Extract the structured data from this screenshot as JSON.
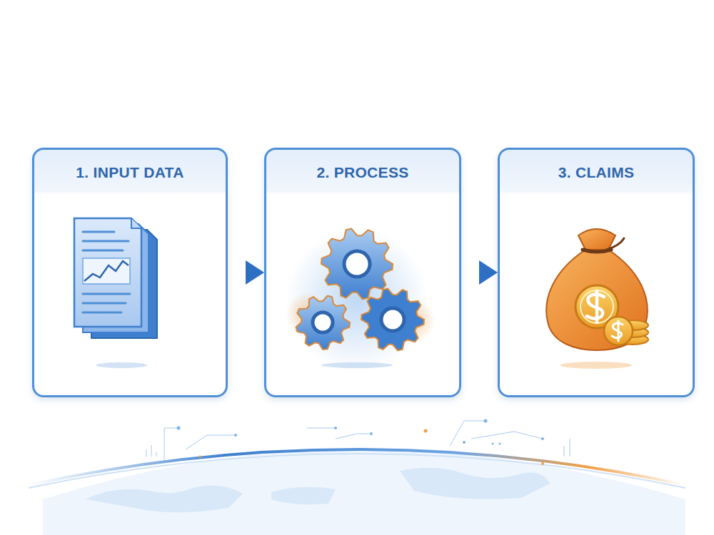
{
  "diagram": {
    "nodes": [
      {
        "text": [
          "1. INPUT DATA"
        ]
      },
      {
        "text": [
          "2. PROCESS"
        ]
      },
      {
        "text": [
          "3. CLAIMS"
        ]
      }
    ],
    "edges": [
      {
        "from": 0,
        "to": 1,
        "arrow": "to"
      },
      {
        "from": 1,
        "to": 2,
        "arrow": "to"
      }
    ]
  }
}
